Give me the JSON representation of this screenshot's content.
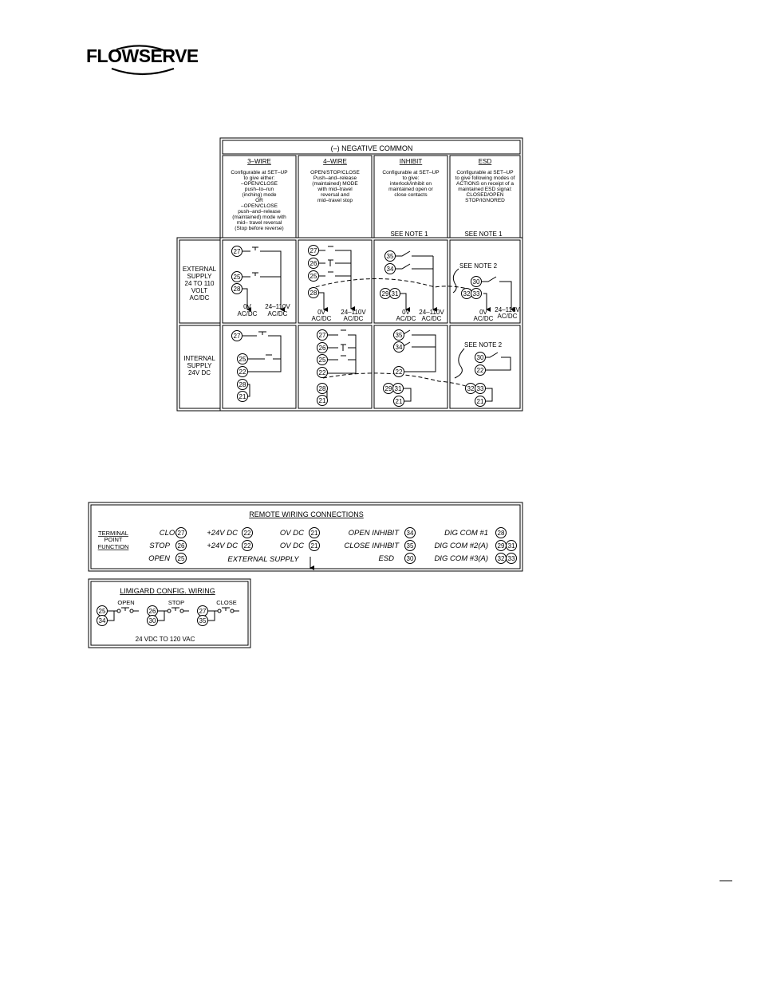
{
  "brand": {
    "logo_text": "FLOWSERVE"
  },
  "matrix": {
    "title": "(–)   NEGATIVE  COMMON",
    "columns": [
      {
        "header": "3–WIRE",
        "desc": [
          "Configurable at SET–UP",
          "to give either:",
          "–OPEN/CLOSE",
          "push–to–run",
          "(inching) mode",
          "OR",
          "–OPEN/CLOSE",
          "push–and–release",
          "(maintained) mode with",
          "mid– travel reversal",
          "(Stop before reverse)"
        ],
        "note": ""
      },
      {
        "header": "4–WIRE",
        "desc": [
          "OPEN/STOP/CLOSE",
          "Push–and–release",
          "(maintained) MODE",
          "with mid–travel",
          "reversal and",
          "mid–travel stop"
        ],
        "note": ""
      },
      {
        "header": "INHIBIT",
        "desc": [
          "Configurable at SET–UP",
          "to give:",
          "interlock/inhibit on",
          "maintained open or",
          "close contacts"
        ],
        "note": "SEE  NOTE  1"
      },
      {
        "header": "ESD",
        "desc": [
          "Configurable at SET–UP",
          "to give following modes of",
          "ACTIONS on receipt of a",
          "maintained ESD signal:",
          "CLOSED/OPEN",
          "STOP/IGNORED"
        ],
        "note": "SEE  NOTE  1"
      }
    ],
    "rows": [
      {
        "label": [
          "EXTERNAL",
          "SUPPLY",
          "24  TO  110",
          "VOLT",
          "AC/DC"
        ]
      },
      {
        "label": [
          "INTERNAL",
          "SUPPLY",
          "24V  DC"
        ]
      }
    ],
    "supply_labels": {
      "ov": "0V",
      "acdc": "AC/DC",
      "v24_110": "24–110V"
    },
    "see_note_2": "SEE  NOTE  2",
    "terminals": {
      "t3w_ext": [
        "27",
        "25",
        "28"
      ],
      "t4w_ext": [
        "27",
        "26",
        "25",
        "28"
      ],
      "tinh_ext": [
        "35",
        "34",
        "29",
        "31"
      ],
      "tesd_ext": [
        "30",
        "32",
        "33"
      ],
      "t3w_int": [
        "27",
        "25",
        "22",
        "28",
        "21"
      ],
      "t4w_int": [
        "27",
        "26",
        "25",
        "22",
        "28",
        "21"
      ],
      "tinh_int": [
        "35",
        "34",
        "22",
        "29",
        "31",
        "21"
      ],
      "tesd_int": [
        "30",
        "22",
        "32",
        "33",
        "21"
      ]
    }
  },
  "remote": {
    "title": "REMOTE  WIRING  CONNECTIONS",
    "left_label": [
      "TERMINAL",
      "POINT",
      "FUNCTION"
    ],
    "items": [
      {
        "fn": "CLOSE",
        "t": "27"
      },
      {
        "fn": "STOP",
        "t": "26"
      },
      {
        "fn": "OPEN",
        "t": "25"
      },
      {
        "fn": "+24V  DC",
        "t": "22"
      },
      {
        "fn": "+24V  DC",
        "t": "22"
      },
      {
        "fn": "OV  DC",
        "t": "21"
      },
      {
        "fn": "OV  DC",
        "t": "21"
      },
      {
        "fn": "OPEN  INHIBIT",
        "t": "34"
      },
      {
        "fn": "CLOSE  INHIBIT",
        "t": "35"
      },
      {
        "fn": "ESD",
        "t": "30"
      },
      {
        "fn": "DIG  COM  #1",
        "t": "28"
      },
      {
        "fn": "DIG  COM  #2(A)",
        "t": "29",
        "t2": "31"
      },
      {
        "fn": "DIG  COM  #3(A)",
        "t": "32",
        "t2": "33"
      }
    ],
    "external_supply": "EXTERNAL  SUPPLY"
  },
  "limigard": {
    "title": "LIMIGARD  CONFIG.  WIRING",
    "groups": [
      {
        "label": "OPEN",
        "t1": "25",
        "t2": "34"
      },
      {
        "label": "STOP",
        "t1": "26",
        "t2": "30"
      },
      {
        "label": "CLOSE",
        "t1": "27",
        "t2": "35"
      }
    ],
    "footer": "24  VDC  TO  120  VAC"
  }
}
